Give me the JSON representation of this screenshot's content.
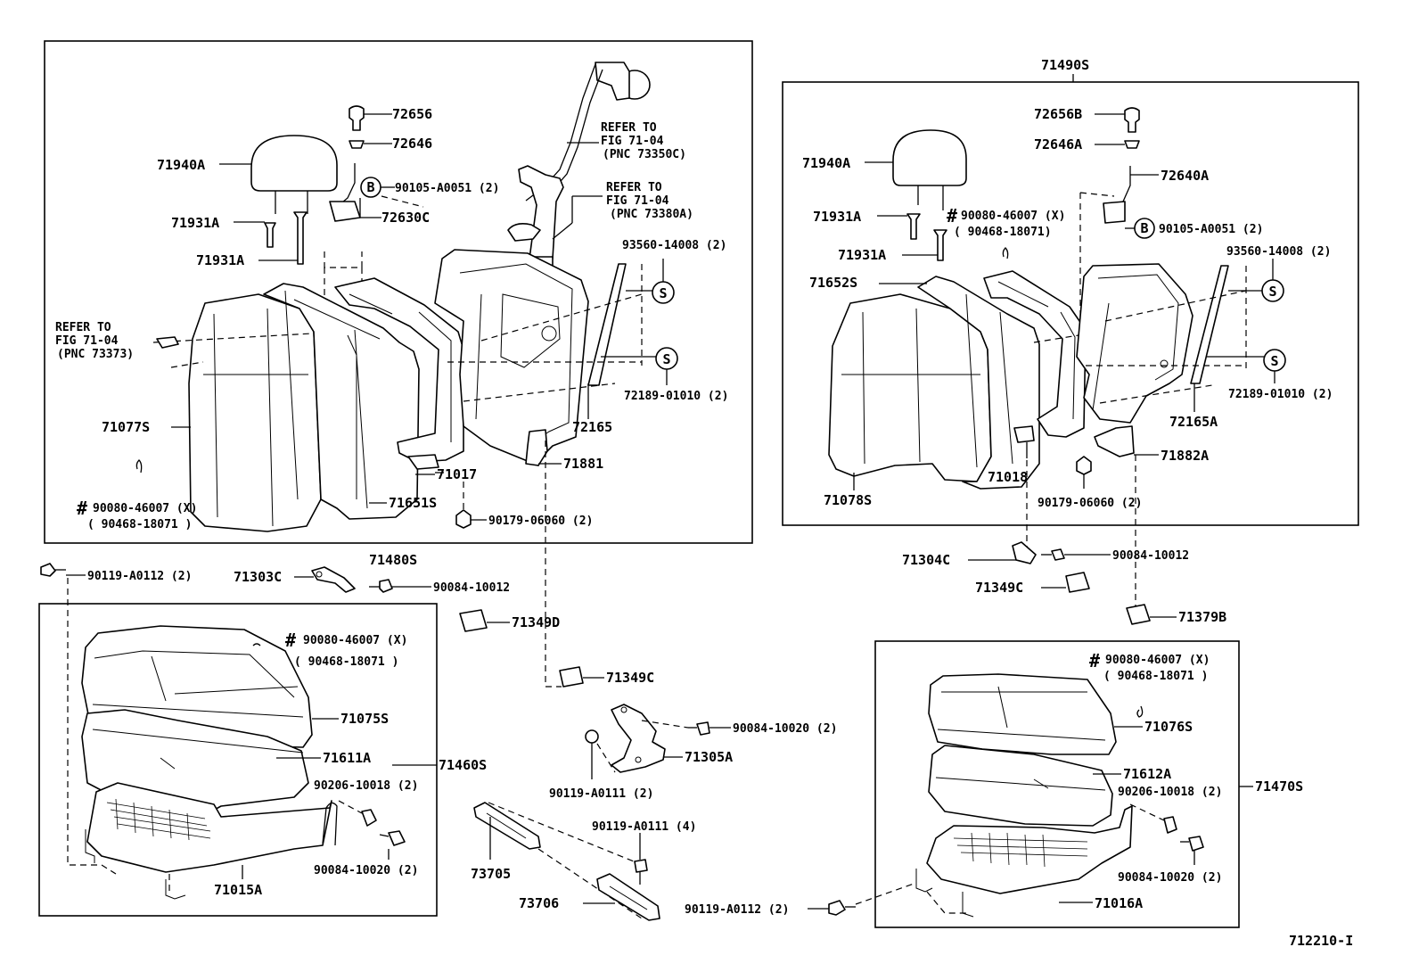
{
  "diagram": {
    "assemblies": {
      "left_back": "71480S",
      "right_back": "71490S",
      "left_cushion": "71460S",
      "right_cushion": "71470S"
    },
    "labels": {
      "l_72656": "72656",
      "l_72646": "72646",
      "l_71940A": "71940A",
      "l_90105": "90105-A0051 (2)",
      "l_72630C": "72630C",
      "l_71931A_1": "71931A",
      "l_71931A_2": "71931A",
      "l_refer1_a": "REFER TO",
      "l_refer1_b": "FIG 71-04",
      "l_refer1_c": "(PNC 73350C)",
      "l_refer2_a": "REFER TO",
      "l_refer2_b": "FIG 71-04",
      "l_refer2_c": "(PNC 73380A)",
      "l_93560": "93560-14008 (2)",
      "l_refer3_a": "REFER TO",
      "l_refer3_b": "FIG 71-04",
      "l_refer3_c": "(PNC 73373)",
      "l_72189": "72189-01010 (2)",
      "l_71077S": "71077S",
      "l_72165": "72165",
      "l_71881": "71881",
      "l_71017": "71017",
      "l_hash1_a": "90080-46007 (X)",
      "l_hash1_b": "( 90468-18071   )",
      "l_71651S": "71651S",
      "l_90179": "90179-06060 (2)",
      "r_72656B": "72656B",
      "r_72646A": "72646A",
      "r_71940A": "71940A",
      "r_72640A": "72640A",
      "r_71931A_1": "71931A",
      "r_hash_a": "90080-46007 (X)",
      "r_hash_b": "( 90468-18071)",
      "r_90105": "90105-A0051 (2)",
      "r_71931A_2": "71931A",
      "r_93560": "93560-14008 (2)",
      "r_71652S": "71652S",
      "r_72189": "72189-01010 (2)",
      "r_72165A": "72165A",
      "r_71882A": "71882A",
      "r_71018": "71018",
      "r_71078S": "71078S",
      "r_90179": "90179-06060 (2)",
      "m_90119_A0112": "90119-A0112 (2)",
      "m_71303C": "71303C",
      "m_90084_10012": "90084-10012",
      "m_71304C": "71304C",
      "m_90084_10012b": "90084-10012",
      "m_71349C_r": "71349C",
      "m_71379B": "71379B",
      "m_71349D": "71349D",
      "m_71349C": "71349C",
      "c_hash_a": "90080-46007 (X)",
      "c_hash_b": "( 90468-18071   )",
      "c_71075S": "71075S",
      "c_71611A": "71611A",
      "c_90206": "90206-10018 (2)",
      "c_90084": "90084-10020 (2)",
      "c_71015A": "71015A",
      "m_90084_10020": "90084-10020 (2)",
      "m_71305A": "71305A",
      "m_90119_A0111": "90119-A0111 (2)",
      "m_90119_A0111_4": "90119-A0111 (4)",
      "m_73705": "73705",
      "m_73706": "73706",
      "m_90119_A0112b": "90119-A0112 (2)",
      "rc_hash_a": "90080-46007 (X)",
      "rc_hash_b": "( 90468-18071  )",
      "rc_71076S": "71076S",
      "rc_71612A": "71612A",
      "rc_90206": "90206-10018 (2)",
      "rc_90084": "90084-10020 (2)",
      "rc_71016A": "71016A"
    },
    "symbols": {
      "b": "B",
      "s": "S",
      "hash": "#"
    },
    "figure_code": "712210-I"
  }
}
